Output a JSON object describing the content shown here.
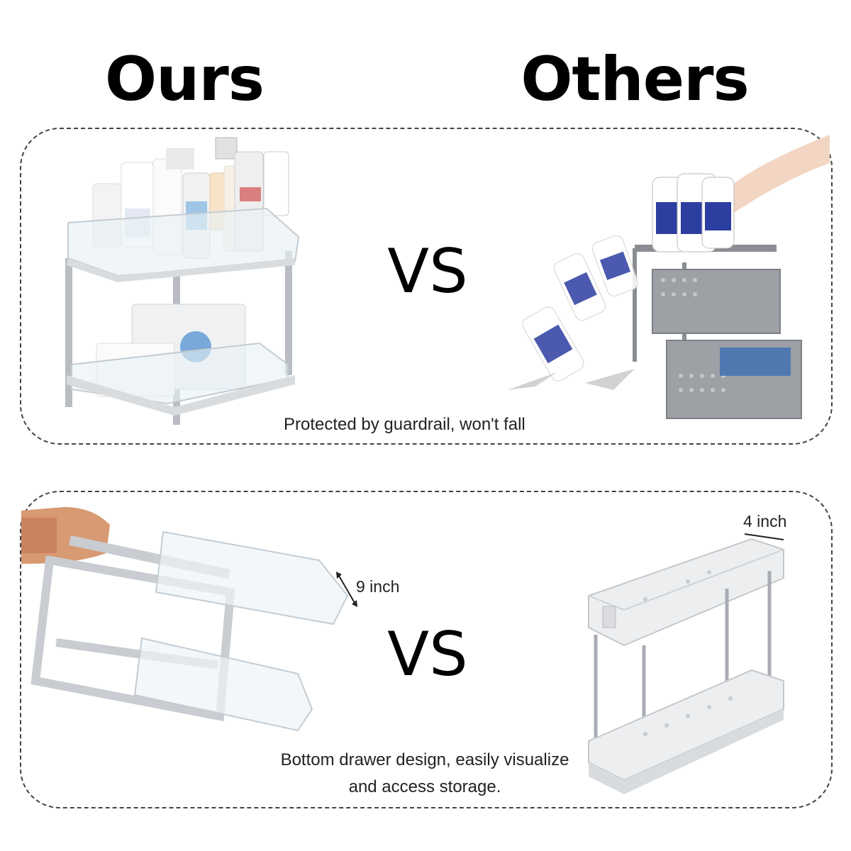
{
  "headings": {
    "ours": "Ours",
    "others": "Others"
  },
  "row1": {
    "vs_label": "VS",
    "caption": "Protected by guardrail, won't fall"
  },
  "row2": {
    "vs_label": "VS",
    "caption_line1": "Bottom drawer design, easily visualize",
    "caption_line2": "and access storage.",
    "ours_dimension": "9 inch",
    "others_dimension": "4 inch"
  },
  "colors": {
    "frame_gray": "#c9ccd1",
    "rod_silver": "#a9adb3",
    "mesh_gray": "#9da1a6",
    "bottle_blue": "#2c3ea0"
  }
}
